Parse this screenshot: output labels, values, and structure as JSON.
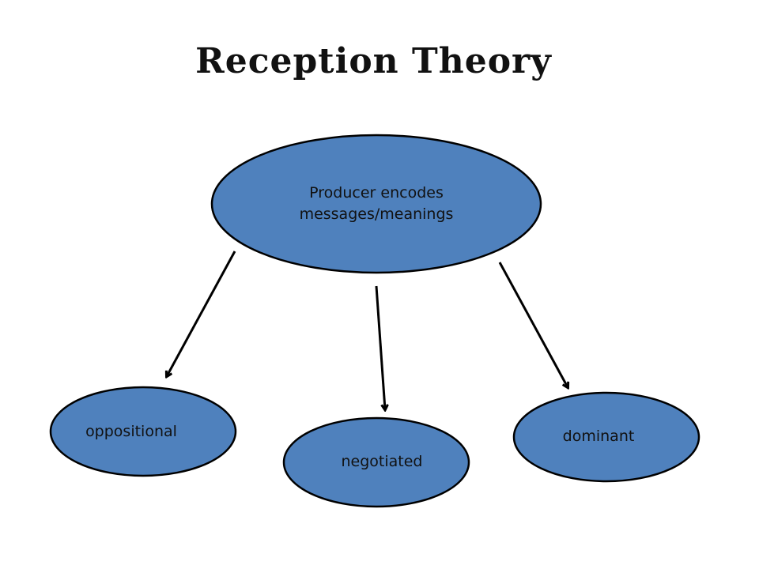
{
  "title": "Reception Theory",
  "colors": {
    "node_fill": "#4f81bd",
    "node_stroke": "#000000",
    "arrow": "#000000",
    "background": "#ffffff"
  },
  "nodes": {
    "producer": {
      "line1": "Producer encodes",
      "line2": "messages/meanings"
    },
    "oppositional": {
      "label": "oppositional"
    },
    "negotiated": {
      "label": "negotiated"
    },
    "dominant": {
      "label": "dominant"
    }
  }
}
